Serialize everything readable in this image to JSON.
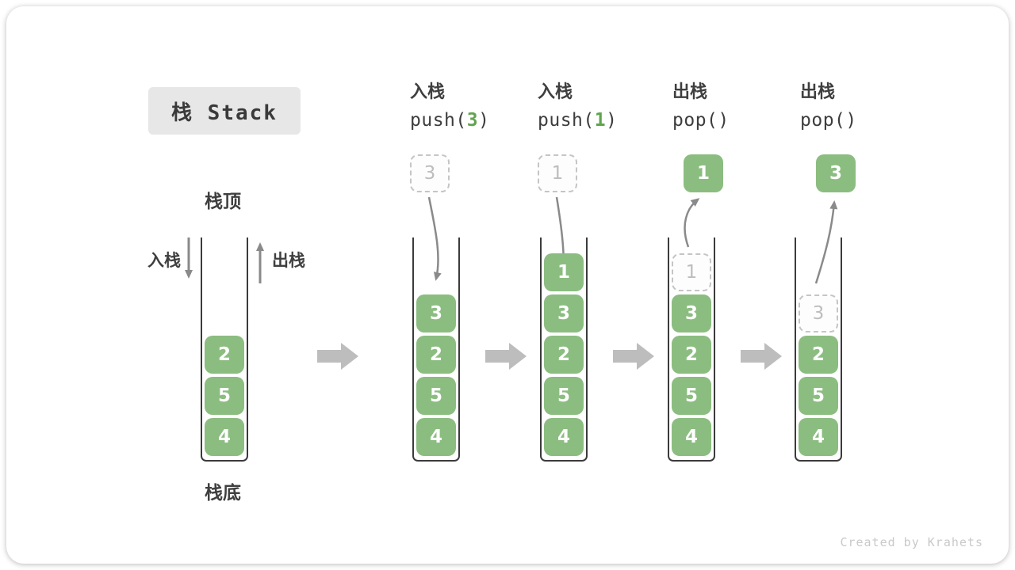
{
  "title": "栈 Stack",
  "watermark": "Created by Krahets",
  "labels": {
    "stack_top": "栈顶",
    "stack_bottom": "栈底",
    "push": "入栈",
    "pop": "出栈"
  },
  "colors": {
    "box_green": "#8bbd80",
    "code_arg_green": "#60a44f",
    "flow_arrow_gray": "#8a8a8a",
    "block_arrow_gray": "#bdbdbd",
    "ghost_border": "#c5c5c5",
    "ghost_text": "#bdbdbd",
    "label_text": "#3f3f3f",
    "title_bg": "#e7e7e7",
    "container_wall": "#3b3b3b",
    "watermark": "#c9c9c9"
  },
  "columns": [
    {
      "name": "initial-stack",
      "boxes": [
        {
          "value": "2",
          "row": 2
        },
        {
          "value": "5",
          "row": 3
        },
        {
          "value": "4",
          "row": 4
        }
      ]
    },
    {
      "name": "push-3",
      "op": {
        "line1": "入栈",
        "code_prefix": "push(",
        "code_arg": "3",
        "code_suffix": ")"
      },
      "top_box": {
        "value": "3",
        "style": "dashed"
      },
      "boxes": [
        {
          "value": "3",
          "row": 1
        },
        {
          "value": "2",
          "row": 2
        },
        {
          "value": "5",
          "row": 3
        },
        {
          "value": "4",
          "row": 4
        }
      ]
    },
    {
      "name": "push-1",
      "op": {
        "line1": "入栈",
        "code_prefix": "push(",
        "code_arg": "1",
        "code_suffix": ")"
      },
      "top_box": {
        "value": "1",
        "style": "dashed"
      },
      "boxes": [
        {
          "value": "1",
          "row": 0
        },
        {
          "value": "3",
          "row": 1
        },
        {
          "value": "2",
          "row": 2
        },
        {
          "value": "5",
          "row": 3
        },
        {
          "value": "4",
          "row": 4
        }
      ]
    },
    {
      "name": "pop-1",
      "op": {
        "line1": "出栈",
        "code_prefix": "pop()",
        "code_arg": "",
        "code_suffix": ""
      },
      "top_box": {
        "value": "1",
        "style": "solid"
      },
      "ghost": {
        "value": "1",
        "row": 0
      },
      "boxes": [
        {
          "value": "3",
          "row": 1
        },
        {
          "value": "2",
          "row": 2
        },
        {
          "value": "5",
          "row": 3
        },
        {
          "value": "4",
          "row": 4
        }
      ]
    },
    {
      "name": "pop-3",
      "op": {
        "line1": "出栈",
        "code_prefix": "pop()",
        "code_arg": "",
        "code_suffix": ""
      },
      "top_box": {
        "value": "3",
        "style": "solid"
      },
      "ghost": {
        "value": "3",
        "row": 1
      },
      "boxes": [
        {
          "value": "2",
          "row": 2
        },
        {
          "value": "5",
          "row": 3
        },
        {
          "value": "4",
          "row": 4
        }
      ]
    }
  ]
}
